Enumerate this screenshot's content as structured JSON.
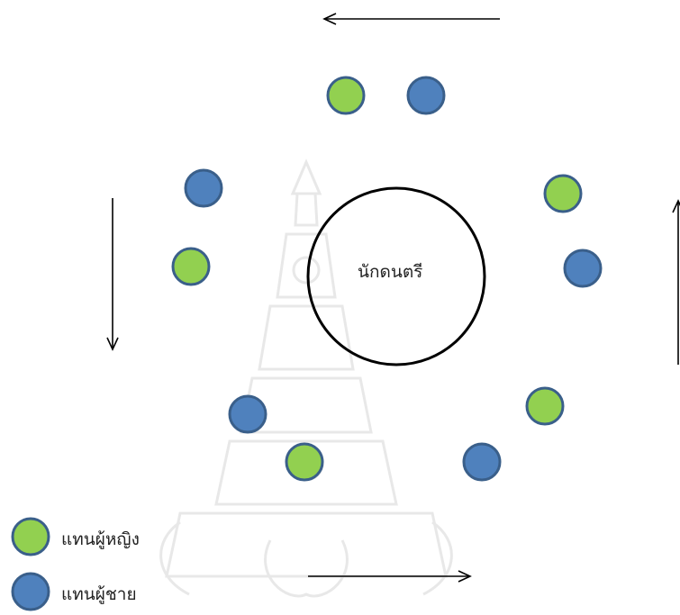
{
  "diagram": {
    "center_label": "นักดนตรี",
    "colors": {
      "female_fill": "#92d050",
      "male_fill": "#4f81bd",
      "dancer_stroke": "#3a5f8a",
      "line": "#000000"
    },
    "dancers": [
      {
        "role": "female"
      },
      {
        "role": "male"
      },
      {
        "role": "male"
      },
      {
        "role": "female"
      },
      {
        "role": "female"
      },
      {
        "role": "male"
      },
      {
        "role": "male"
      },
      {
        "role": "female"
      },
      {
        "role": "female"
      },
      {
        "role": "male"
      }
    ],
    "arrows": [
      {
        "direction": "left"
      },
      {
        "direction": "down"
      },
      {
        "direction": "right"
      },
      {
        "direction": "up"
      }
    ]
  },
  "legend": {
    "female_label": "แทนผู้หญิง",
    "male_label": "แทนผู้ชาย"
  }
}
